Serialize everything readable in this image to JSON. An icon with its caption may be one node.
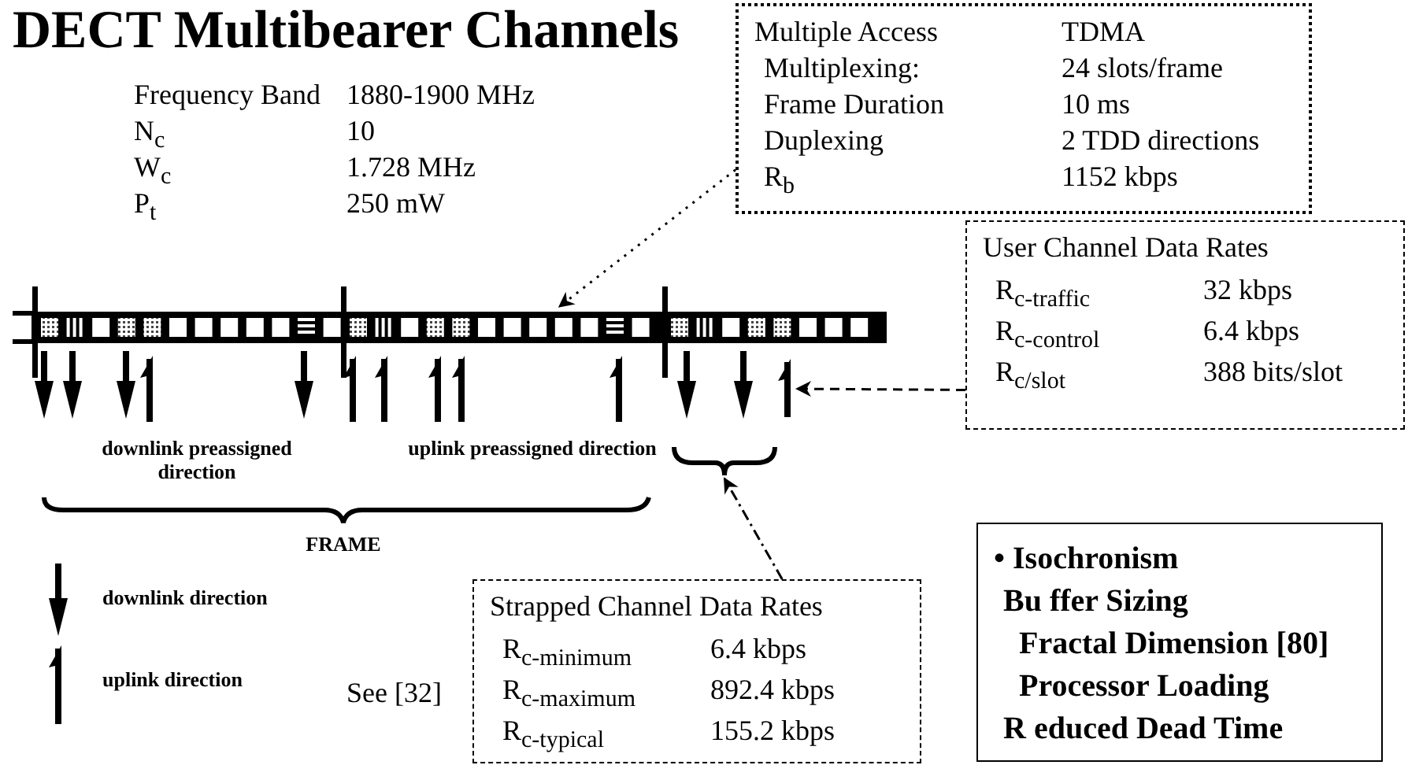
{
  "diagram": {
    "title": "DECT Multibearer Channels",
    "nodes": [
      {
        "text": [
          "Multiple Access",
          "TDMA",
          "Multiplexing:",
          "24 slots/frame",
          "Frame Duration",
          "10 ms",
          "Duplexing",
          "2 TDD directions",
          "R$_{b}$",
          "1152 kbps"
        ]
      },
      {
        "text": [],
        "shape": "bar"
      },
      {
        "text": [
          "User Channel Data Rates",
          "R$_{c-traffic}$",
          "32 kbps",
          "R$_{c-control}$",
          "6.4 kbps",
          "R$_{c/slot}$",
          "388 bits/slot"
        ]
      },
      {
        "text": [],
        "shape": "arrow"
      },
      {
        "text": [],
        "shape": "bracket"
      },
      {
        "text": [
          "Strapped Channel Data Rates",
          "R$_{c-minimum}$",
          "6.4 kbps",
          "R$_{c-maximum}$",
          "892.4 kbps",
          "R$_{c-typical}$",
          "155.2 kbps"
        ]
      },
      {
        "text": [
          "• Isochronism",
          "Bu ffer Sizing",
          "Fractal Dimension [80]",
          "Processor Loading",
          "R educed Dead Time"
        ]
      }
    ],
    "edges": [
      {
        "from": 0,
        "to": 1,
        "arrow": "to",
        "style": "dashed"
      },
      {
        "from": 2,
        "to": 3,
        "arrow": "to",
        "style": "dashed"
      },
      {
        "from": 5,
        "to": 4,
        "arrow": "to",
        "style": "dashed"
      }
    ],
    "labels": [
      "Frequency Band",
      "1880-1900 MHz",
      "N$_{c}$",
      "10",
      "W$_{c}$",
      "1.728 MHz",
      "P$_{t}$",
      "250 mW",
      "downlink preassigned direction",
      "uplink preassigned direction",
      "FRAME",
      "See [32]"
    ],
    "legend": [
      {
        "text": "downlink direction"
      },
      {
        "text": "uplink direction"
      }
    ]
  }
}
